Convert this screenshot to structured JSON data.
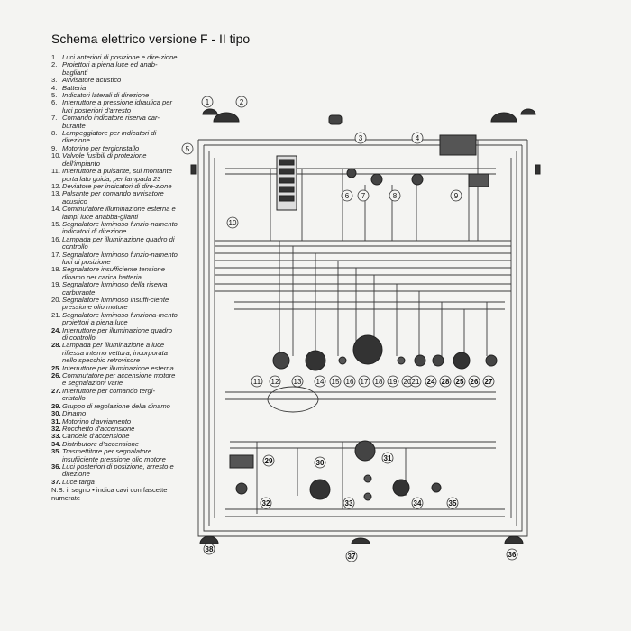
{
  "title": "Schema elettrico versione F - II tipo",
  "legend": [
    {
      "num": "1.",
      "text": "Luci anteriori di posizione e dire-zione",
      "bold": false
    },
    {
      "num": "2.",
      "text": "Proiettori a piena luce ed anab-baglianti",
      "bold": false
    },
    {
      "num": "3.",
      "text": "Avvisatore acustico",
      "bold": false
    },
    {
      "num": "4.",
      "text": "Batteria",
      "bold": false
    },
    {
      "num": "5.",
      "text": "Indicatori laterali di direzione",
      "bold": false
    },
    {
      "num": "6.",
      "text": "Interruttore a pressione idraulica per luci posteriori d'arresto",
      "bold": false
    },
    {
      "num": "7.",
      "text": "Comando indicatore riserva car-burante",
      "bold": false
    },
    {
      "num": "8.",
      "text": "Lampeggiatore per indicatori di direzione",
      "bold": false
    },
    {
      "num": "9.",
      "text": "Motorino per tergicristallo",
      "bold": false
    },
    {
      "num": "10.",
      "text": "Valvole fusibili di protezione dell'impianto",
      "bold": false
    },
    {
      "num": "11.",
      "text": "Interruttore a pulsante, sul montante porta lato guida, per lampada 23",
      "bold": false
    },
    {
      "num": "12.",
      "text": "Deviatore per indicatori di dire-zione",
      "bold": false
    },
    {
      "num": "13.",
      "text": "Pulsante per comando avvisatore acustico",
      "bold": false
    },
    {
      "num": "14.",
      "text": "Commutatore illuminazione esterna e lampi luce anabba-glianti",
      "bold": false
    },
    {
      "num": "15.",
      "text": "Segnalatore luminoso funzio-namento indicatori di direzione",
      "bold": false
    },
    {
      "num": "16.",
      "text": "Lampada per illuminazione quadro di controllo",
      "bold": false
    },
    {
      "num": "17.",
      "text": "Segnalatore luminoso funzio-namento luci di posizione",
      "bold": false
    },
    {
      "num": "18.",
      "text": "Segnalatore insufficiente tensione dinamo per carica batteria",
      "bold": false
    },
    {
      "num": "19.",
      "text": "Segnalatore luminoso della riserva carburante",
      "bold": false
    },
    {
      "num": "20.",
      "text": "Segnalatore luminoso insuffi-ciente pressione olio motore",
      "bold": false
    },
    {
      "num": "21.",
      "text": "Segnalatore luminoso funziona-mento proiettori a piena luce",
      "bold": false
    },
    {
      "num": "24.",
      "text": "Interruttore per illuminazione quadro di controllo",
      "bold": true
    },
    {
      "num": "28.",
      "text": "Lampada per illuminazione a luce riflessa interno vettura, incorporata nello specchio retrovisore",
      "bold": true
    },
    {
      "num": "25.",
      "text": "Interruttore per illuminazione esterna",
      "bold": true
    },
    {
      "num": "26.",
      "text": "Commutatore per accensione motore e segnalazioni varie",
      "bold": true
    },
    {
      "num": "27.",
      "text": "Interruttore per comando tergi-cristallo",
      "bold": true
    },
    {
      "num": "29.",
      "text": "Gruppo di regolazione della dinamo",
      "bold": true
    },
    {
      "num": "30.",
      "text": "Dinamo",
      "bold": true
    },
    {
      "num": "31.",
      "text": "Motorino d'avviamento",
      "bold": true
    },
    {
      "num": "32.",
      "text": "Rocchetto d'accensione",
      "bold": true
    },
    {
      "num": "33.",
      "text": "Candele d'accensione",
      "bold": true
    },
    {
      "num": "34.",
      "text": "Distributore d'accensione",
      "bold": true
    },
    {
      "num": "35.",
      "text": "Trasmettitore per segnalatore insufficiente pressione olio motore",
      "bold": true
    },
    {
      "num": "36.",
      "text": "Luci posteriori di posizione, arresto e direzione",
      "bold": true
    },
    {
      "num": "37.",
      "text": "Luce targa",
      "bold": true
    }
  ],
  "note": "N.B. il segno • indica cavi con fascette numerate",
  "callouts": [
    "1",
    "2",
    "3",
    "4",
    "5",
    "6",
    "7",
    "8",
    "9",
    "10",
    "11",
    "12",
    "13",
    "14",
    "15",
    "16",
    "17",
    "18",
    "19",
    "20",
    "21",
    "24",
    "28",
    "25",
    "26",
    "27",
    "29",
    "30",
    "31",
    "32",
    "33",
    "34",
    "35",
    "38",
    "37",
    "36"
  ],
  "colors": {
    "background": "#f4f4f2",
    "line": "#333333",
    "text": "#111111"
  }
}
